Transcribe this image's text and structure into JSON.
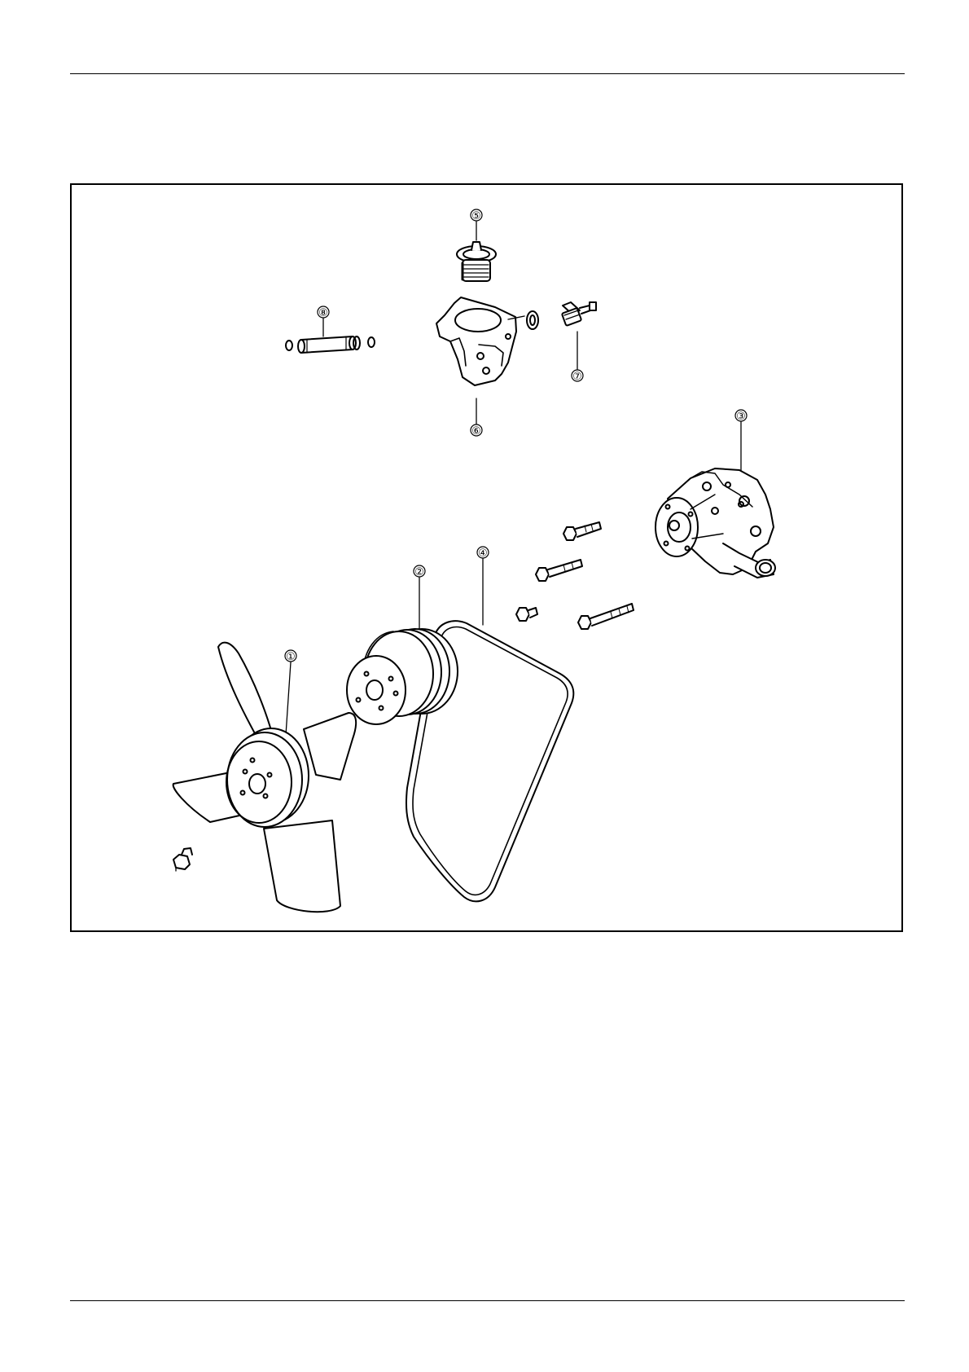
{
  "figure": {
    "callouts": [
      {
        "id": "fan",
        "label": "①"
      },
      {
        "id": "fan-pulley",
        "label": "②"
      },
      {
        "id": "water-pump",
        "label": "③"
      },
      {
        "id": "v-belt",
        "label": "④"
      },
      {
        "id": "thermostat",
        "label": "⑤"
      },
      {
        "id": "thermostat-housing",
        "label": "⑥"
      },
      {
        "id": "thermo-switch",
        "label": "⑦"
      },
      {
        "id": "water-pipe",
        "label": "⑧"
      }
    ]
  },
  "colors": {
    "line": "#000000",
    "paper": "#ffffff"
  }
}
